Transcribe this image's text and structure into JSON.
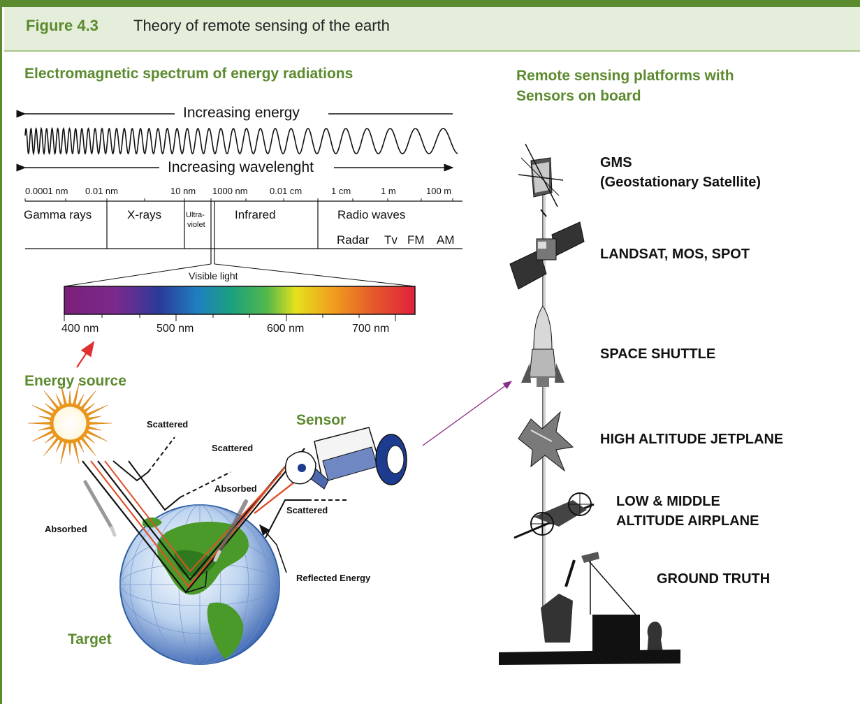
{
  "header": {
    "figure_label": "Figure 4.3",
    "figure_title": "Theory of remote sensing of the earth"
  },
  "spectrum": {
    "heading": "Electromagnetic spectrum of energy radiations",
    "increasing_energy": "Increasing energy",
    "increasing_wavelength": "Increasing wavelenght",
    "ticks": [
      "0.0001 nm",
      "0.01 nm",
      "10 nm",
      "1000 nm",
      "0.01 cm",
      "1 cm",
      "1 m",
      "100 m"
    ],
    "bands": {
      "gamma": "Gamma rays",
      "xray": "X-rays",
      "uv_line1": "Ultra-",
      "uv_line2": "violet",
      "infrared": "Infrared",
      "radio": "Radio waves"
    },
    "radio_sub": [
      "Radar",
      "Tv",
      "FM",
      "AM"
    ],
    "visible_label": "Visible light",
    "nm_ticks": [
      "400 nm",
      "500 nm",
      "600 nm",
      "700 nm"
    ]
  },
  "sensing": {
    "energy_source": "Energy source",
    "sensor": "Sensor",
    "target": "Target",
    "scattered_1": "Scattered",
    "scattered_2": "Scattered",
    "scattered_3": "Scattered",
    "absorbed_1": "Absorbed",
    "absorbed_2": "Absorbed",
    "reflected": "Reflected Energy"
  },
  "platforms": {
    "heading_line1": "Remote sensing platforms with",
    "heading_line2": "Sensors on board",
    "gms_line1": "GMS",
    "gms_line2": "(Geostationary Satellite)",
    "landsat": "LANDSAT, MOS, SPOT",
    "shuttle": "SPACE SHUTTLE",
    "jetplane": "HIGH ALTITUDE JETPLANE",
    "airplane_line1": "LOW & MIDDLE",
    "airplane_line2": "ALTITUDE AIRPLANE",
    "ground": "GROUND TRUTH"
  },
  "colors": {
    "accent": "#5c8a2e",
    "header_bg": "#e4eedb",
    "reflect_red": "#e0502a",
    "arrow_purple": "#8b2a8b"
  }
}
